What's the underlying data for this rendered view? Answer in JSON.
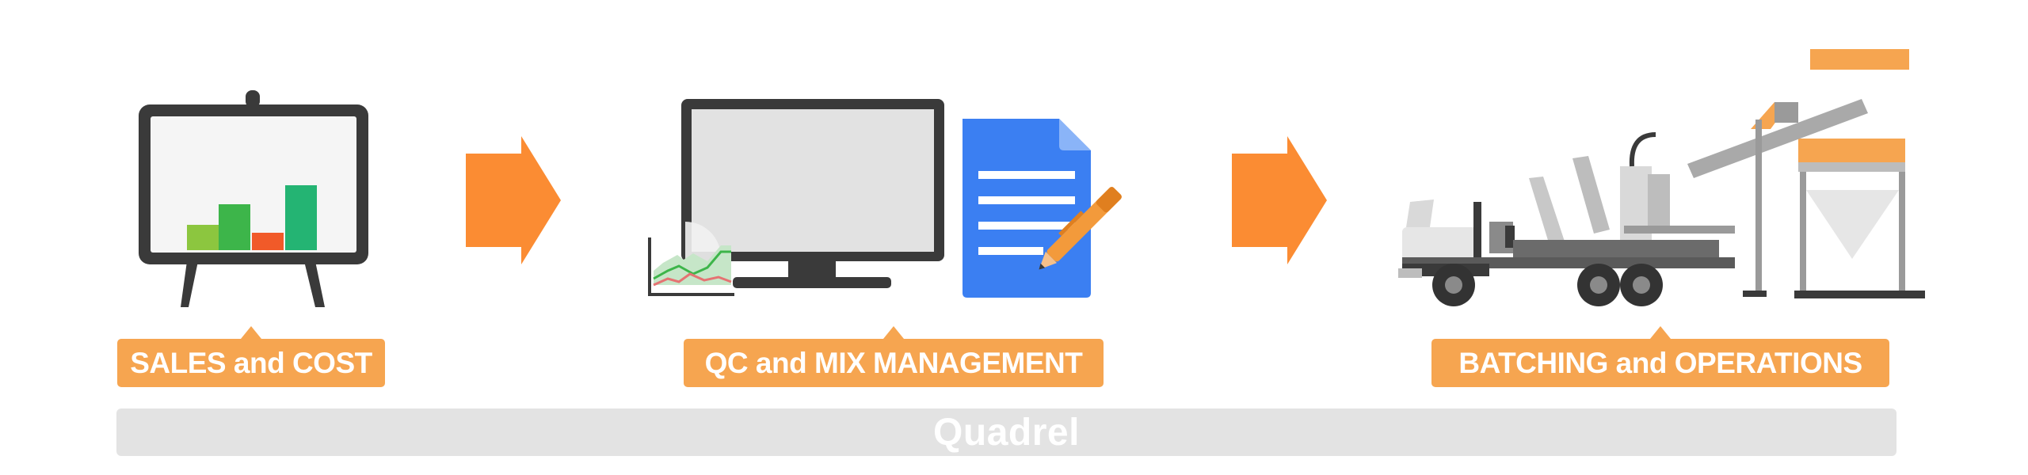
{
  "stages": [
    {
      "label": "SALES and COST",
      "icon": "easel-chart-icon"
    },
    {
      "label": "QC and MIX MANAGEMENT",
      "icon": "monitor-document-icon"
    },
    {
      "label": "BATCHING and OPERATIONS",
      "icon": "concrete-plant-truck-icon"
    }
  ],
  "platform": {
    "label": "Quadrel"
  },
  "colors": {
    "label_bg": "#f6a550",
    "arrow": "#fb8c33",
    "platform_bg": "#e3e3e3",
    "doc_blue": "#3b7ff2",
    "dark": "#3a3a3a"
  }
}
